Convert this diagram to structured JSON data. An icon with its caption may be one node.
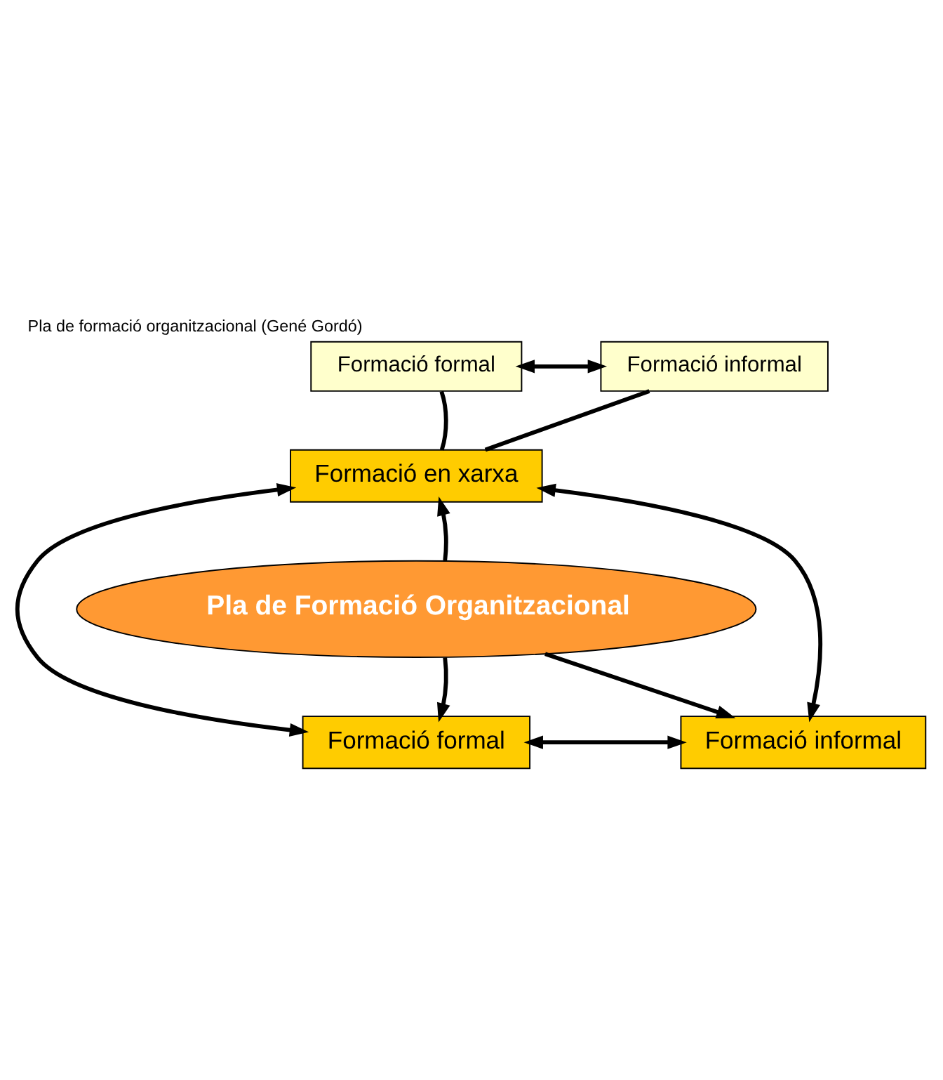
{
  "diagram": {
    "title": "Pla de formació organitzacional (Gené Gordó)",
    "nodes": [
      {
        "text": [
          "Formació formal"
        ]
      },
      {
        "text": [
          "Formació informal"
        ]
      },
      {
        "text": [
          "Formació en xarxa"
        ]
      },
      {
        "text": [
          "Pla de Formació Organitzacional"
        ]
      },
      {
        "text": [
          "Formació formal"
        ]
      },
      {
        "text": [
          "Formació informal"
        ]
      }
    ],
    "edges": [
      {
        "from": 0,
        "to": 1,
        "arrow": "both"
      },
      {
        "from": 0,
        "to": 2,
        "arrow": "none"
      },
      {
        "from": 1,
        "to": 2,
        "arrow": "none"
      },
      {
        "from": 3,
        "to": 2,
        "arrow": "to"
      },
      {
        "from": 3,
        "to": 4,
        "arrow": "to"
      },
      {
        "from": 3,
        "to": 5,
        "arrow": "to"
      },
      {
        "from": 4,
        "to": 5,
        "arrow": "both"
      },
      {
        "from": 2,
        "to": 4,
        "arrow": "both"
      },
      {
        "from": 2,
        "to": 5,
        "arrow": "both"
      }
    ]
  }
}
